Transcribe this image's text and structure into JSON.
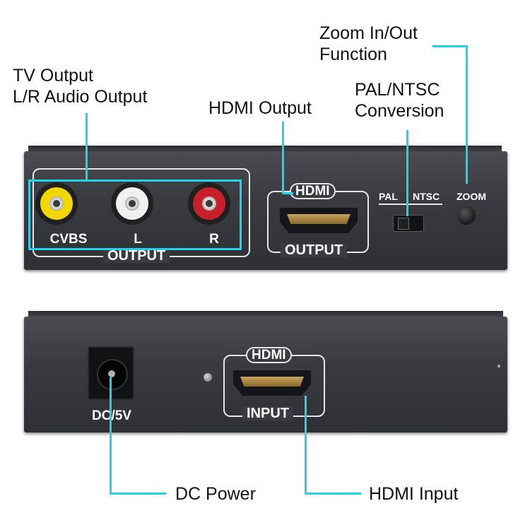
{
  "callouts": {
    "tv_output": [
      "TV Output",
      "L/R Audio Output"
    ],
    "hdmi_output": "HDMI Output",
    "zoom": [
      "Zoom In/Out",
      "Function"
    ],
    "pal_ntsc": [
      "PAL/NTSC",
      "Conversion"
    ],
    "dc_power": "DC Power",
    "hdmi_input": "HDMI Input"
  },
  "front_panel": {
    "rca_labels": [
      "CVBS",
      "L",
      "R"
    ],
    "output_frame_label": "OUTPUT",
    "hdmi_badge": "HDMI",
    "hdmi_frame_label": "OUTPUT",
    "pal_label": "PAL",
    "ntsc_label": "NTSC",
    "zoom_label": "ZOOM"
  },
  "rear_panel": {
    "dc_label": "DC/5V",
    "hdmi_badge": "HDMI",
    "hdmi_frame_label": "INPUT"
  },
  "colors": {
    "leader_line": "#22d2e6",
    "rca_yellow": "#f2d600",
    "rca_white": "#f0f0f0",
    "rca_red": "#c8202a",
    "chassis": "#3a3b40"
  }
}
